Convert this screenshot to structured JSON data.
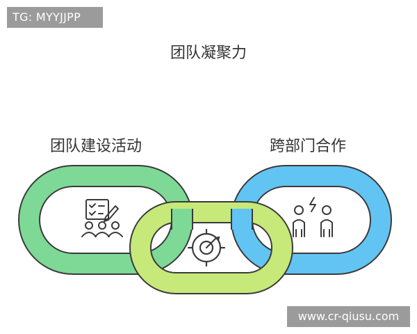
{
  "tag": "TG: MYYJJPP",
  "title": "团队凝聚力",
  "labels": {
    "left": "团队建设活动",
    "right": "跨部门合作"
  },
  "watermark": "www.cr-qiusu.com",
  "colors": {
    "left_link": "#7ED996",
    "center_link": "#C6E97A",
    "right_link": "#62C4F2",
    "outline": "#3a3a3a",
    "text": "#333333",
    "badge_bg": "#9b9b9b"
  },
  "icons": {
    "left": "team-checklist-icon",
    "center": "target-dial-icon",
    "right": "people-spark-icon"
  }
}
